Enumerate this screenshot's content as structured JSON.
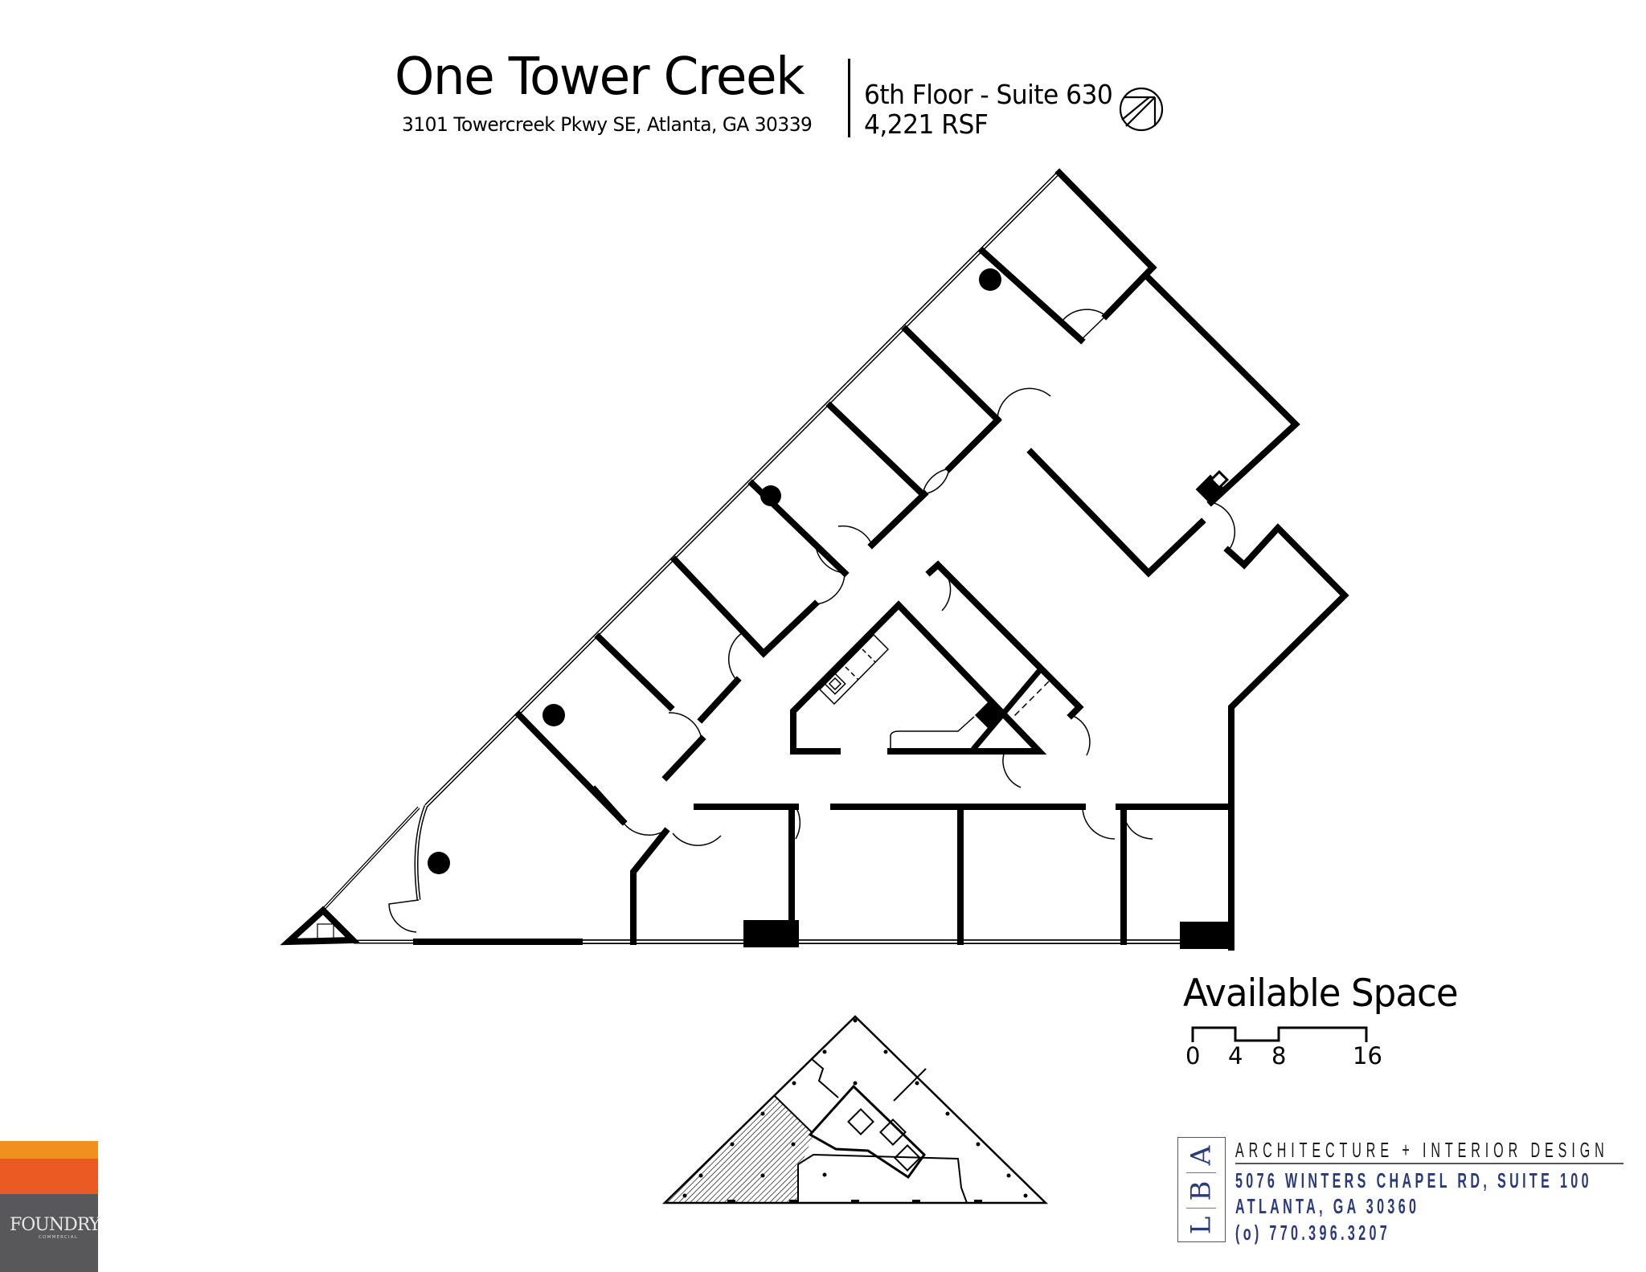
{
  "header": {
    "building_name": "One Tower Creek",
    "address": "3101 Towercreek Pkwy SE, Atlanta, GA 30339",
    "floor_suite": "6th Floor - Suite 630",
    "area": "4,221 RSF",
    "north_arrow_icon": "north-arrow-icon"
  },
  "legend": {
    "title": "Available Space",
    "scale_bar": {
      "unit": "feet",
      "ticks": [
        "0",
        "4",
        "8",
        "16"
      ]
    }
  },
  "key_plan": {
    "highlight": "hatched-available-suite",
    "description": "building key plan"
  },
  "architect": {
    "logo_letters": [
      "A",
      "B",
      "L"
    ],
    "firm_tagline": "ARCHITECTURE + INTERIOR DESIGN",
    "address_line1": "5076  WINTERS CHAPEL RD, SUITE 100",
    "address_line2": "ATLANTA, GA 30360",
    "phone": "(o) 770.396.3207",
    "color": "#2b3a7a"
  },
  "broker": {
    "name": "FOUNDRY",
    "subtitle": "COMMERCIAL",
    "colors": {
      "band_top": "#f0901e",
      "band_mid": "#ec5a24",
      "base": "#58585b"
    }
  }
}
